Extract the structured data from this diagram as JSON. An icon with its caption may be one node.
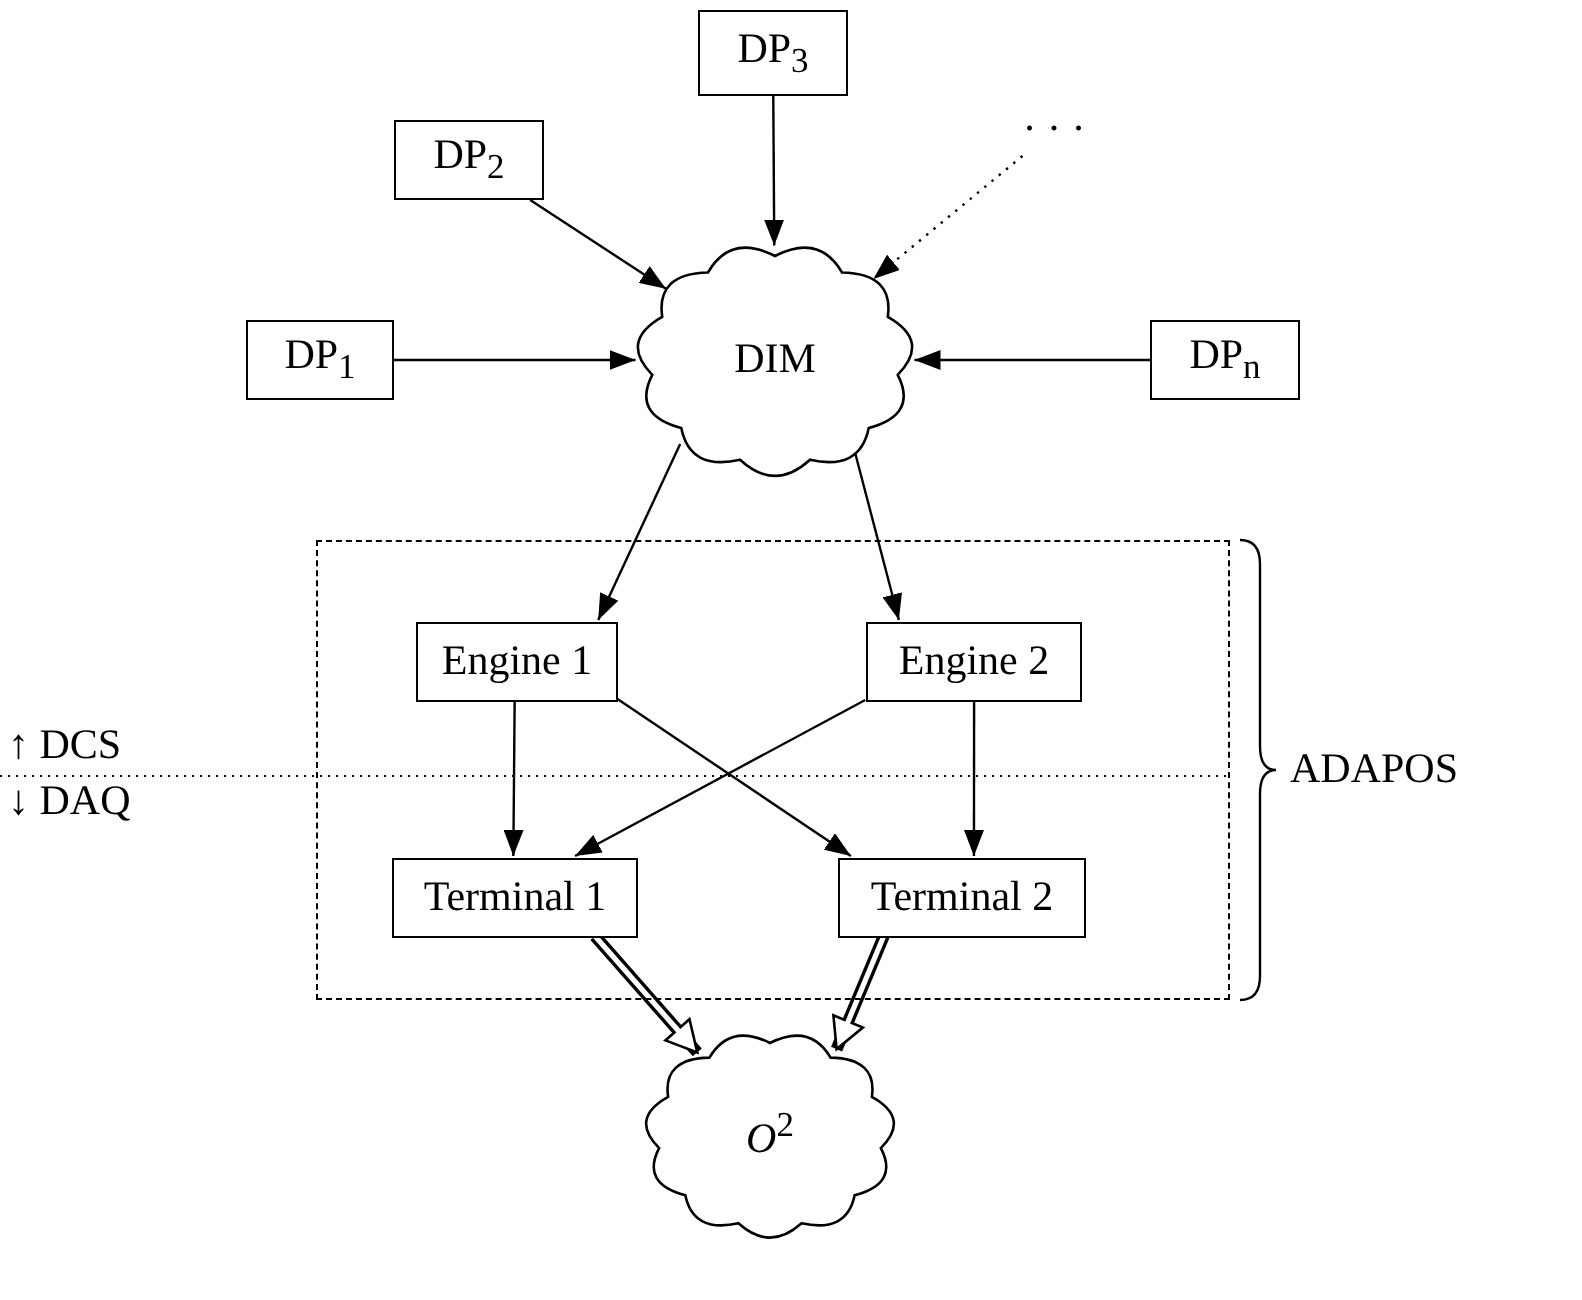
{
  "diagram": {
    "nodes": [
      {
        "text": [
          "DP$_{1}$"
        ]
      },
      {
        "text": [
          "DP$_{2}$"
        ]
      },
      {
        "text": [
          "DP$_{3}$"
        ]
      },
      {
        "text": [
          "· · ·"
        ]
      },
      {
        "text": [
          "DP$_{n}$"
        ]
      },
      {
        "text": [
          "DIM"
        ]
      },
      {
        "text": [],
        "shape": "box",
        "beside": [
          "ADAPOS"
        ]
      },
      {
        "text": [
          "Engine 1"
        ],
        "in": 6
      },
      {
        "text": [
          "Engine 2"
        ],
        "in": 6
      },
      {
        "text": [
          "Terminal 1"
        ],
        "in": 6
      },
      {
        "text": [
          "Terminal 2"
        ],
        "in": 6
      },
      {
        "text": [
          "*O*$^{2}$"
        ]
      }
    ],
    "edges": [
      {
        "from": 0,
        "to": 5,
        "arrow": "to"
      },
      {
        "from": 1,
        "to": 5,
        "arrow": "to"
      },
      {
        "from": 2,
        "to": 5,
        "arrow": "to"
      },
      {
        "from": 3,
        "to": 5,
        "arrow": "to",
        "style": "dashed"
      },
      {
        "from": 4,
        "to": 5,
        "arrow": "to"
      },
      {
        "from": 5,
        "to": 7,
        "arrow": "to"
      },
      {
        "from": 5,
        "to": 8,
        "arrow": "to"
      },
      {
        "from": 7,
        "to": 9,
        "arrow": "to"
      },
      {
        "from": 7,
        "to": 10,
        "arrow": "to"
      },
      {
        "from": 8,
        "to": 9,
        "arrow": "to"
      },
      {
        "from": 8,
        "to": 10,
        "arrow": "to"
      },
      {
        "from": 9,
        "to": 11,
        "arrow": "to",
        "style": "thick"
      },
      {
        "from": 10,
        "to": 11,
        "arrow": "to",
        "style": "thick"
      }
    ],
    "labels": [
      "↑ DCS",
      "↓ DAQ"
    ]
  }
}
